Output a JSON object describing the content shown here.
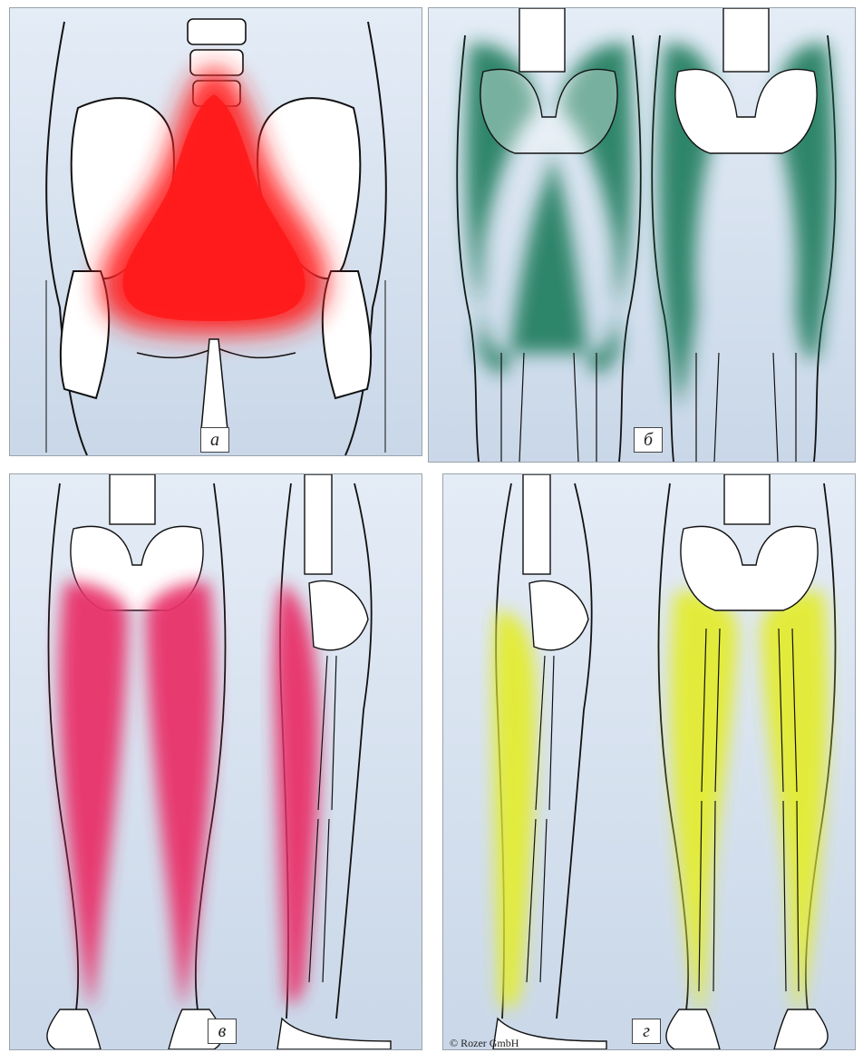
{
  "figure": {
    "panels": [
      {
        "label": "а",
        "region": "lumbosacral-buttocks",
        "color": "#ff2a2a"
      },
      {
        "label": "б",
        "region": "anterior-posterior-thighs",
        "color": "#1e7d5d"
      },
      {
        "label": "в",
        "region": "posterior-legs",
        "color": "#e83a6a"
      },
      {
        "label": "г",
        "region": "lateral-legs",
        "color": "#e3ec3a"
      }
    ],
    "copyright": "© Rozer GmbH"
  }
}
